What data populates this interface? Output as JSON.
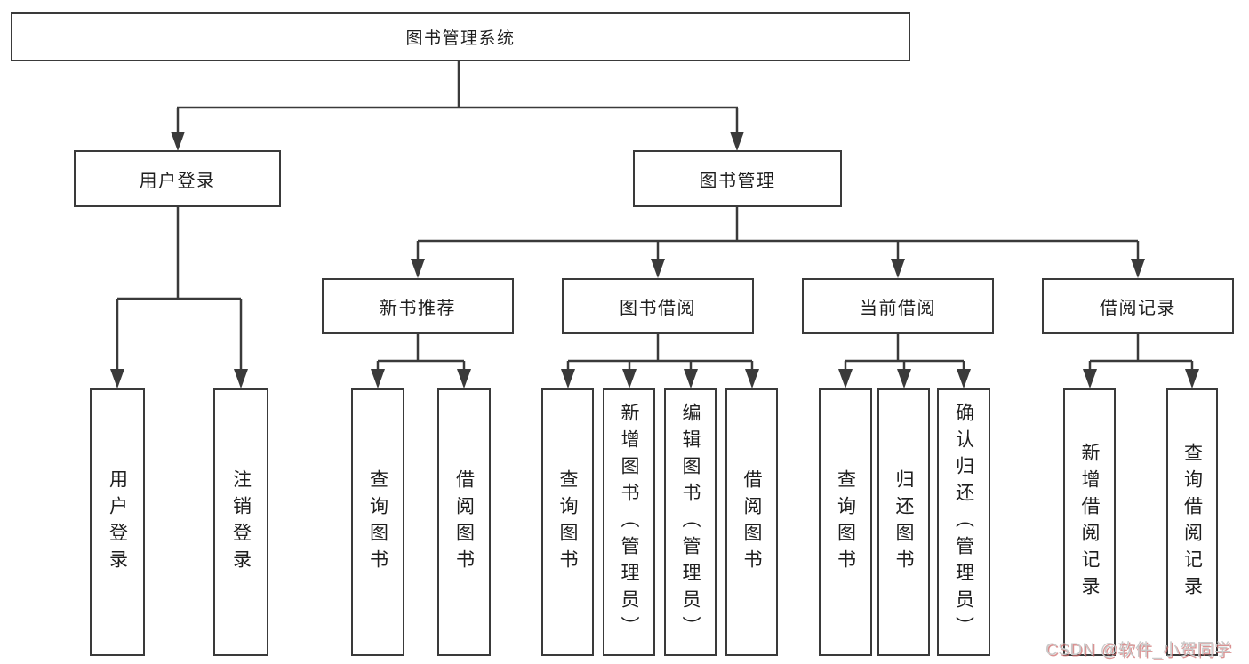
{
  "diagram": {
    "type": "tree",
    "title": "图书管理系统",
    "root": {
      "id": "root",
      "label": "图书管理系统"
    },
    "level2": [
      {
        "id": "user-login",
        "label": "用户登录",
        "parent": "root"
      },
      {
        "id": "book-management",
        "label": "图书管理",
        "parent": "root"
      }
    ],
    "level3": [
      {
        "id": "new-book-recommend",
        "label": "新书推荐",
        "parent": "book-management"
      },
      {
        "id": "book-borrow",
        "label": "图书借阅",
        "parent": "book-management"
      },
      {
        "id": "current-borrow",
        "label": "当前借阅",
        "parent": "book-management"
      },
      {
        "id": "borrow-records",
        "label": "借阅记录",
        "parent": "book-management"
      }
    ],
    "leaves": [
      {
        "id": "leaf-user-login",
        "label": "用户登录",
        "parent": "user-login"
      },
      {
        "id": "leaf-logout",
        "label": "注销登录",
        "parent": "user-login"
      },
      {
        "id": "leaf-query-book-recommend",
        "label": "查询图书",
        "parent": "new-book-recommend"
      },
      {
        "id": "leaf-borrow-book-recommend",
        "label": "借阅图书",
        "parent": "new-book-recommend"
      },
      {
        "id": "leaf-query-book-borrow",
        "label": "查询图书",
        "parent": "book-borrow"
      },
      {
        "id": "leaf-add-book-admin",
        "label": "新增图书（管理员）",
        "parent": "book-borrow"
      },
      {
        "id": "leaf-edit-book-admin",
        "label": "编辑图书（管理员）",
        "parent": "book-borrow"
      },
      {
        "id": "leaf-borrow-book",
        "label": "借阅图书",
        "parent": "book-borrow"
      },
      {
        "id": "leaf-query-book-current",
        "label": "查询图书",
        "parent": "current-borrow"
      },
      {
        "id": "leaf-return-book",
        "label": "归还图书",
        "parent": "current-borrow"
      },
      {
        "id": "leaf-confirm-return-admin",
        "label": "确认归还（管理员）",
        "parent": "current-borrow"
      },
      {
        "id": "leaf-add-borrow-record",
        "label": "新增借阅记录",
        "parent": "borrow-records"
      },
      {
        "id": "leaf-query-borrow-record",
        "label": "查询借阅记录",
        "parent": "borrow-records"
      }
    ]
  },
  "watermark": {
    "text": "CSDN @软件_小贺同学"
  },
  "colors": {
    "line": "#3a3a3a",
    "box_border": "#3a3a3a",
    "text": "#1e1e1e",
    "background": "#ffffff",
    "watermark_text": "#c9c9c9",
    "watermark_shadow": "#cd6e6e"
  }
}
